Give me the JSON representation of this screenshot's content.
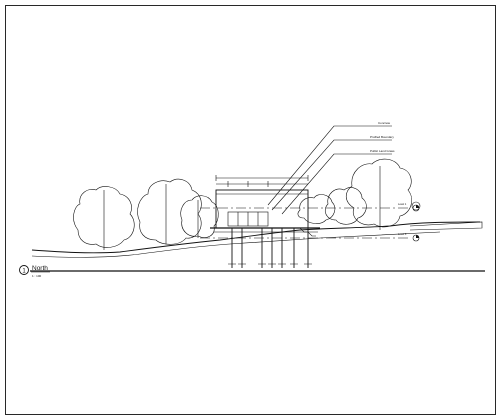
{
  "drawing": {
    "view_number": "1",
    "view_title": "North",
    "view_scale": "1 : 100"
  },
  "callouts": {
    "concrete": "Concrete",
    "profiled_boundary": "Profiled Boundary",
    "public_land_grass": "Public Land Grass"
  },
  "levels": {
    "upper": "Level 1",
    "lower": "Level 0"
  }
}
